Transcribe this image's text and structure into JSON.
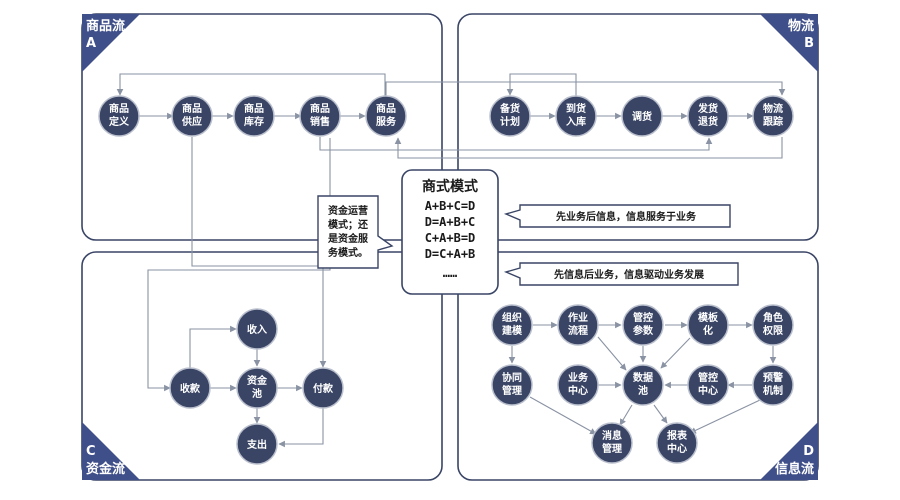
{
  "quadrants": {
    "a": {
      "title": "商品流",
      "letter": "A"
    },
    "b": {
      "title": "物流",
      "letter": "B"
    },
    "c": {
      "title": "资金流",
      "letter": "C"
    },
    "d": {
      "title": "信息流",
      "letter": "D"
    }
  },
  "nodes": {
    "a1": [
      "商品",
      "定义"
    ],
    "a2": [
      "商品",
      "供应"
    ],
    "a3": [
      "商品",
      "库存"
    ],
    "a4": [
      "商品",
      "销售"
    ],
    "a5": [
      "商品",
      "服务"
    ],
    "b1": [
      "备货",
      "计划"
    ],
    "b2": [
      "到货",
      "入库"
    ],
    "b3": [
      "调货"
    ],
    "b4": [
      "发货",
      "退货"
    ],
    "b5": [
      "物流",
      "跟踪"
    ],
    "c1": [
      "收入"
    ],
    "c2": [
      "收款"
    ],
    "c3": [
      "资金",
      "池"
    ],
    "c4": [
      "付款"
    ],
    "c5": [
      "支出"
    ],
    "d1": [
      "组织",
      "建模"
    ],
    "d2": [
      "作业",
      "流程"
    ],
    "d3": [
      "管控",
      "参数"
    ],
    "d4": [
      "模板",
      "化"
    ],
    "d5": [
      "角色",
      "权限"
    ],
    "d6": [
      "协同",
      "管理"
    ],
    "d7": [
      "业务",
      "中心"
    ],
    "d8": [
      "数据",
      "池"
    ],
    "d9": [
      "管控",
      "中心"
    ],
    "d10": [
      "预警",
      "机制"
    ],
    "d11": [
      "消息",
      "管理"
    ],
    "d12": [
      "报表",
      "中心"
    ]
  },
  "center": {
    "title": "商式模式",
    "equations": [
      "A+B+C=D",
      "D=A+B+C",
      "C+A+B=D",
      "D=C+A+B"
    ],
    "ellipsis": "……"
  },
  "notes": {
    "funds": [
      "资金运营",
      "模式；还",
      "是资金服",
      "务模式。"
    ],
    "business_first": "先业务后信息，信息服务于业务",
    "info_first": "先信息后业务，信息驱动业务发展"
  },
  "colors": {
    "node": "#3a4566",
    "corner": "#3f4f8a",
    "border": "#3a4566",
    "edge": "#8a93a3"
  }
}
